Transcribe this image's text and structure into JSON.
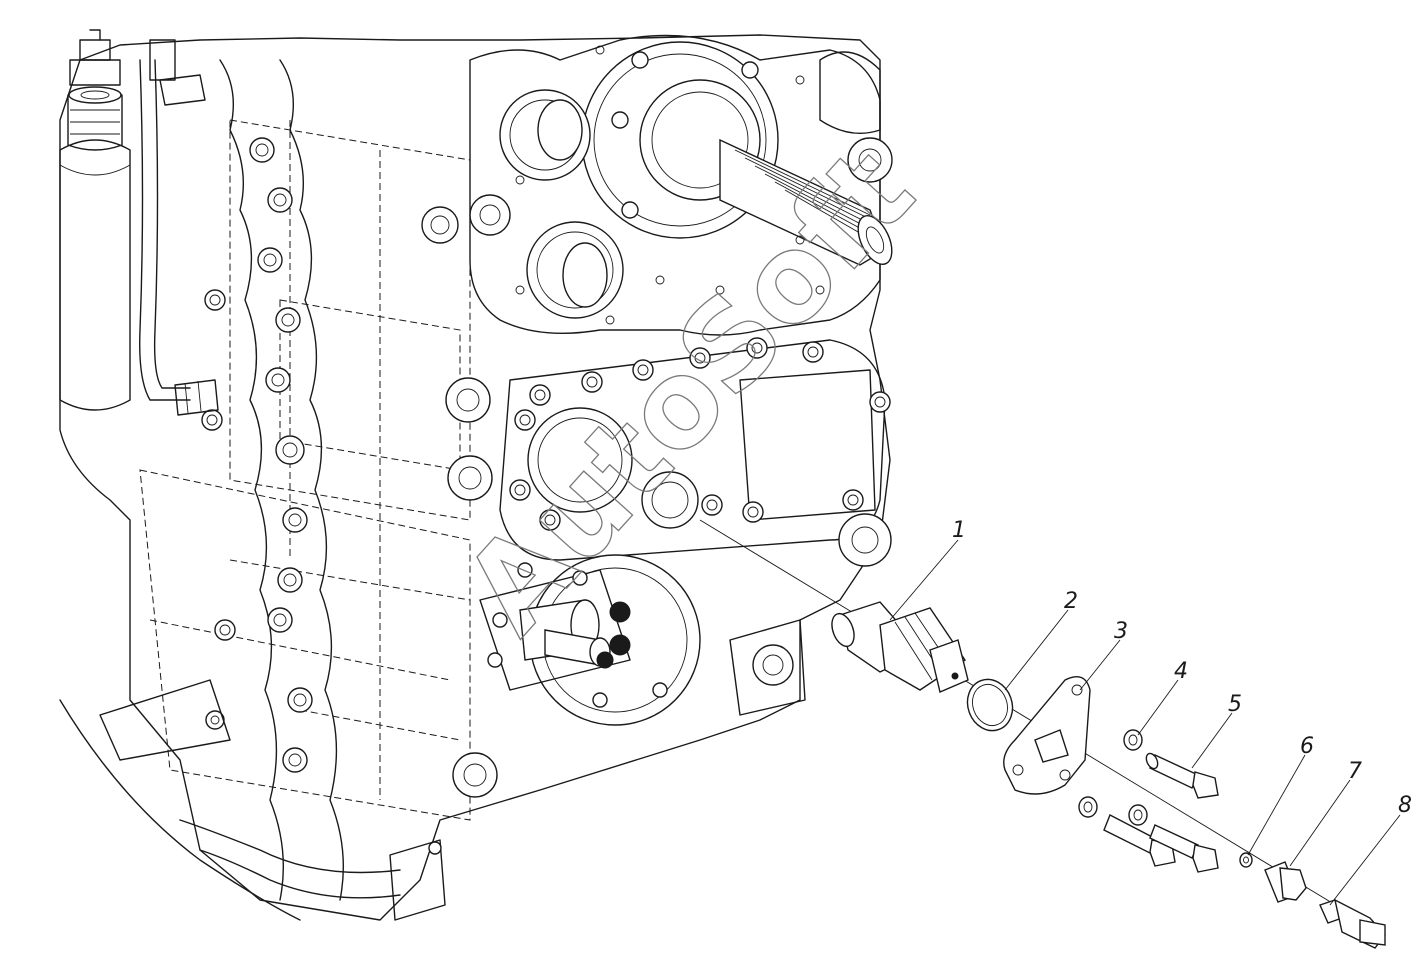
{
  "watermark": "AutoSoft",
  "callouts": [
    {
      "label": "1"
    },
    {
      "label": "2"
    },
    {
      "label": "3"
    },
    {
      "label": "4"
    },
    {
      "label": "5"
    },
    {
      "label": "6"
    },
    {
      "label": "7"
    },
    {
      "label": "8"
    }
  ]
}
